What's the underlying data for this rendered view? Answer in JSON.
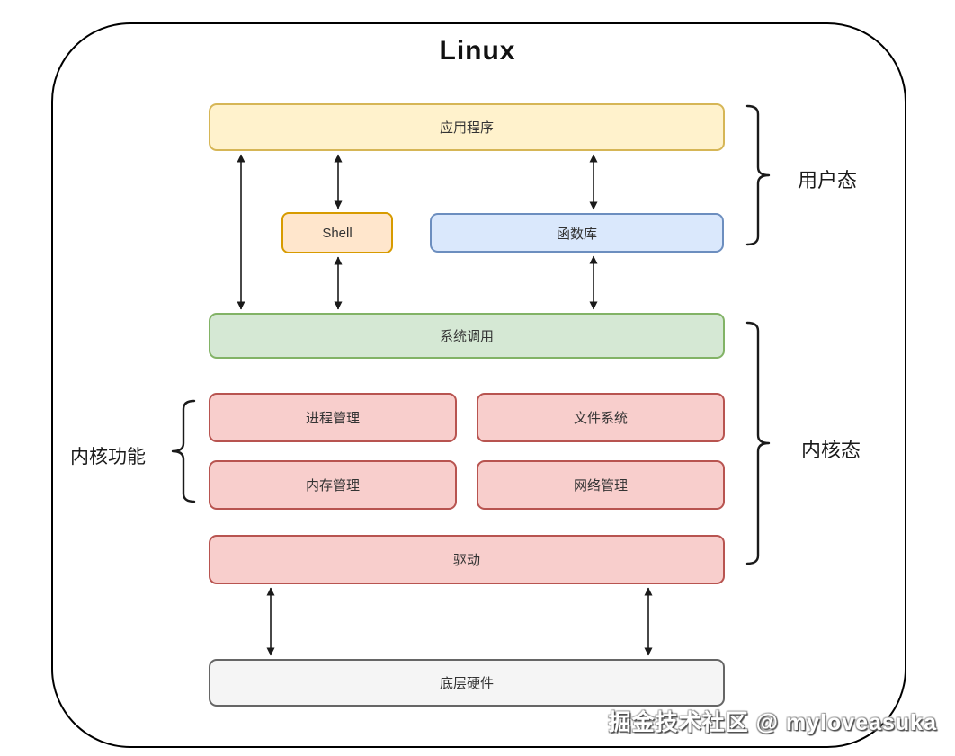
{
  "title": "Linux",
  "boxes": {
    "application": {
      "label": "应用程序",
      "fill": "#fff2cc",
      "stroke": "#d6b656"
    },
    "shell": {
      "label": "Shell",
      "fill": "#ffe6cc",
      "stroke": "#d79b00"
    },
    "library": {
      "label": "函数库",
      "fill": "#dae8fc",
      "stroke": "#6c8ebf"
    },
    "syscall": {
      "label": "系统调用",
      "fill": "#d5e8d4",
      "stroke": "#82b366"
    },
    "process_mgmt": {
      "label": "进程管理",
      "fill": "#f8cecc",
      "stroke": "#b85450"
    },
    "file_system": {
      "label": "文件系统",
      "fill": "#f8cecc",
      "stroke": "#b85450"
    },
    "memory_mgmt": {
      "label": "内存管理",
      "fill": "#f8cecc",
      "stroke": "#b85450"
    },
    "network_mgmt": {
      "label": "网络管理",
      "fill": "#f8cecc",
      "stroke": "#b85450"
    },
    "driver": {
      "label": "驱动",
      "fill": "#f8cecc",
      "stroke": "#b85450"
    },
    "hardware": {
      "label": "底层硬件",
      "fill": "#f5f5f5",
      "stroke": "#666666"
    }
  },
  "annotations": {
    "user_mode": "用户态",
    "kernel_mode": "内核态",
    "kernel_functions": "内核功能"
  },
  "watermark": "掘金技术社区 @ myloveasuka",
  "colors": {
    "boundary_stroke": "#000000",
    "connector_stroke": "#1a1a1a",
    "text": "#333333"
  }
}
